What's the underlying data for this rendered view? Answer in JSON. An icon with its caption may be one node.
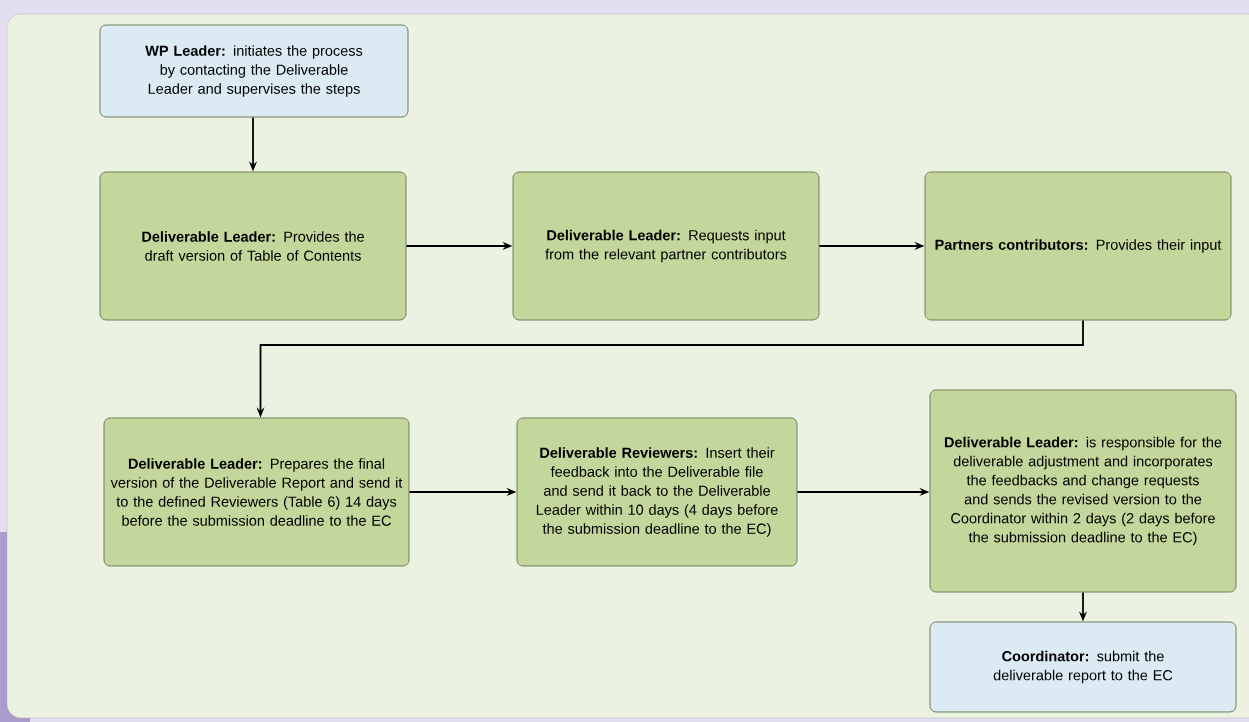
{
  "diagram": {
    "nodes": [
      {
        "text": [
          "**WP Leader:** initiates the process by contacting the Deliverable Leader and supervises the steps"
        ]
      },
      {
        "text": [
          "**Deliverable Leader:** Provides the draft version of Table of Contents"
        ]
      },
      {
        "text": [
          "**Deliverable Leader:** Requests input from the relevant partner contributors"
        ]
      },
      {
        "text": [
          "**Partners contributors:** Provides their input"
        ]
      },
      {
        "text": [
          "**Deliverable Leader:** Prepares the final version of the Deliverable Report and send it to the defined Reviewers (Table 6) 14 days before the submission deadline to the EC"
        ]
      },
      {
        "text": [
          "**Deliverable Reviewers:** Insert their feedback into the Deliverable file and send it back to the Deliverable Leader within 10 days (4 days before the submission deadline to the EC)"
        ]
      },
      {
        "text": [
          "**Deliverable Leader:** is responsible for the deliverable adjustment and incorporates the feedbacks and change requests and sends the revised version to the Coordinator within 2 days (2 days before the submission deadline to the EC)"
        ]
      },
      {
        "text": [
          "**Coordinator:** submit the deliverable report to the EC"
        ]
      }
    ],
    "edges": [
      {
        "from": 0,
        "to": 1,
        "arrow": "to"
      },
      {
        "from": 1,
        "to": 2,
        "arrow": "to"
      },
      {
        "from": 2,
        "to": 3,
        "arrow": "to"
      },
      {
        "from": 3,
        "to": 4,
        "arrow": "to"
      },
      {
        "from": 4,
        "to": 5,
        "arrow": "to"
      },
      {
        "from": 5,
        "to": 6,
        "arrow": "to"
      },
      {
        "from": 6,
        "to": 7,
        "arrow": "to"
      }
    ]
  }
}
